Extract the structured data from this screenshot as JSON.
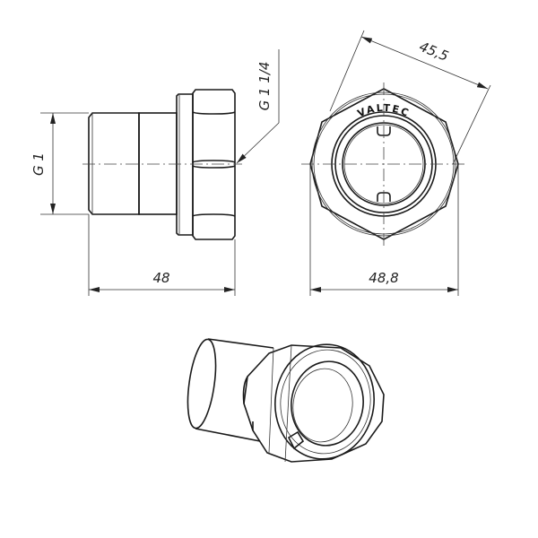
{
  "drawing": {
    "side_view": {
      "thread_label": "G 1",
      "nut_thread_label": "G 1 1/4",
      "length_label": "48"
    },
    "front_view": {
      "across_flats_label": "45,5",
      "across_corners_label": "48,8",
      "logo_text": "VALTEC"
    },
    "line_color": "#1a1a1a"
  }
}
